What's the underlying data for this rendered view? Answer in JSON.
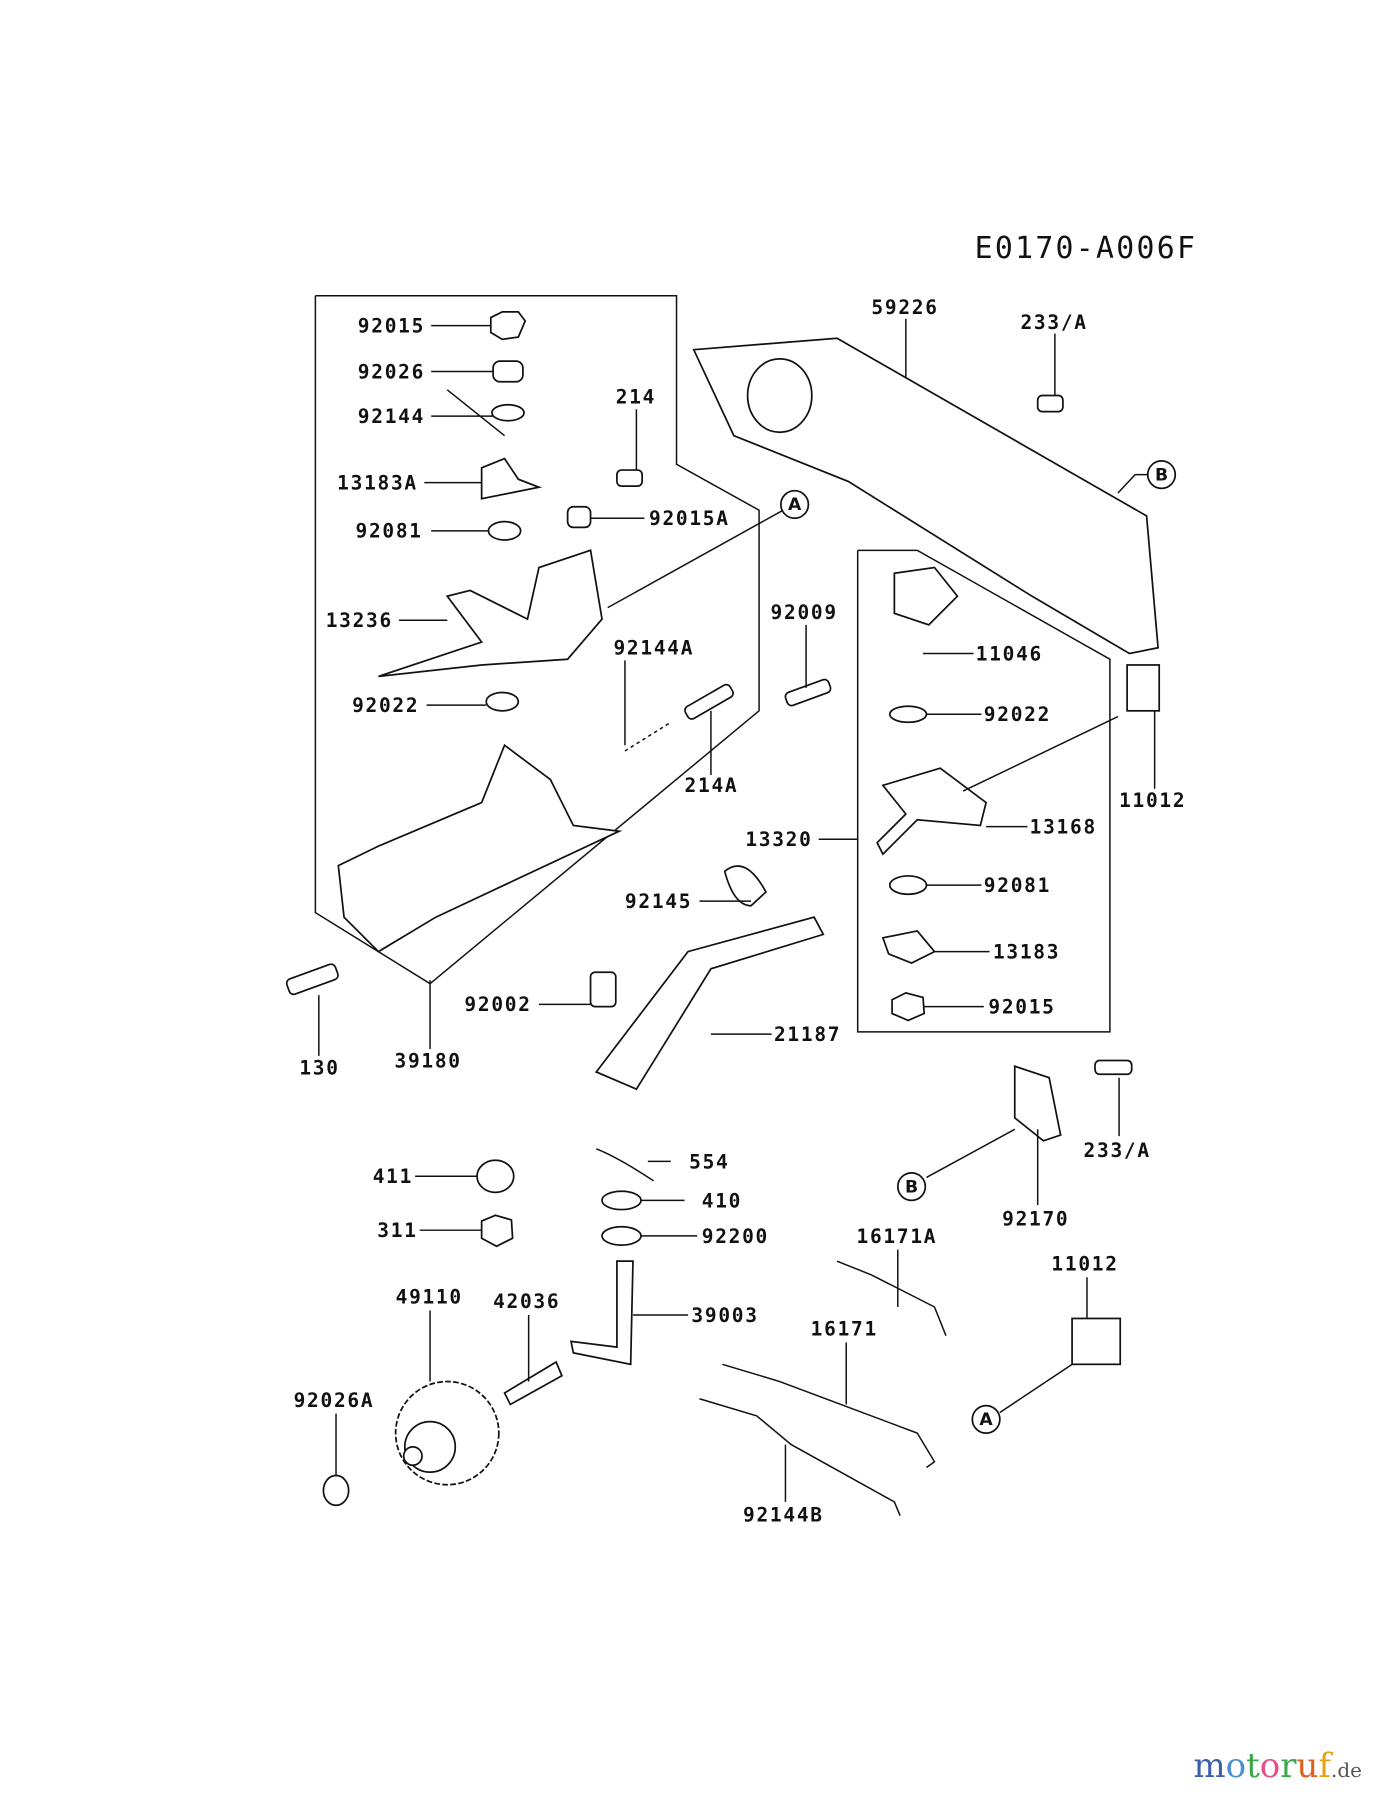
{
  "diagram_code": "E0170-A006F",
  "watermark": {
    "text": "motoruf",
    "suffix": ".de",
    "colors": [
      "#3b5fa8",
      "#4a8fd0",
      "#3aa84a",
      "#e4508a",
      "#3aa84a",
      "#e06020",
      "#e8a010",
      "#c8b820"
    ]
  },
  "references": {
    "A": "A",
    "B": "B"
  },
  "parts": {
    "p92015": "92015",
    "p92026": "92026",
    "p92144": "92144",
    "p13183A": "13183A",
    "p92081": "92081",
    "p13236": "13236",
    "p92022": "92022",
    "p214": "214",
    "p92015A": "92015A",
    "p92144A": "92144A",
    "p214A": "214A",
    "p92009": "92009",
    "p59226": "59226",
    "p233A": "233/A",
    "p11046": "11046",
    "p92022b": "92022",
    "p11012": "11012",
    "p13168": "13168",
    "p13320": "13320",
    "p92081b": "92081",
    "p13183": "13183",
    "p92015b": "92015",
    "p92145": "92145",
    "p130": "130",
    "p39180": "39180",
    "p92002": "92002",
    "p21187": "21187",
    "p411": "411",
    "p554": "554",
    "p410": "410",
    "p92200": "92200",
    "p311": "311",
    "p49110": "49110",
    "p42036": "42036",
    "p39003": "39003",
    "p92026A": "92026A",
    "p16171A": "16171A",
    "p16171": "16171",
    "p92144B": "92144B",
    "p11012b": "11012",
    "p92170": "92170",
    "p233Ab": "233/A"
  }
}
